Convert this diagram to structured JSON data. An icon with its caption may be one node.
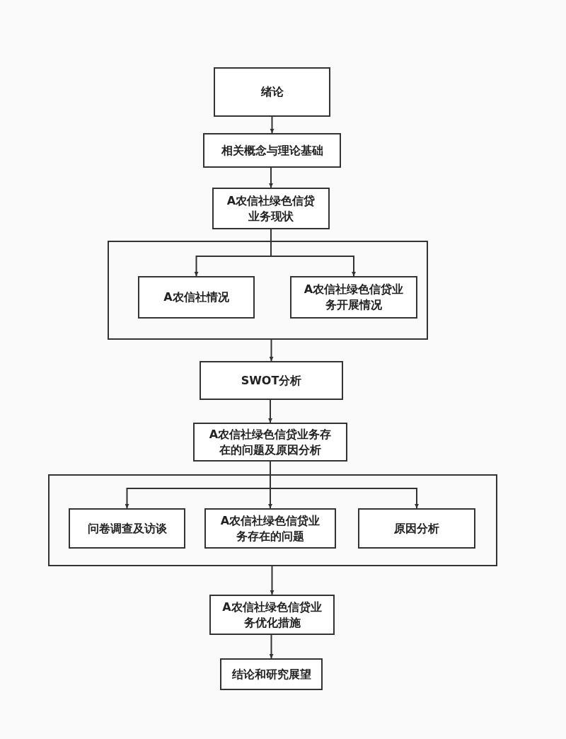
{
  "diagram": {
    "nodes": [
      {
        "text": [
          "绪论"
        ]
      },
      {
        "text": [
          "相关概念与理论基础"
        ]
      },
      {
        "text": [
          "A农信社绿色信贷业务现状"
        ]
      },
      {
        "text": [],
        "shape": "box"
      },
      {
        "text": [
          "A农信社情况"
        ],
        "in": 3
      },
      {
        "text": [
          "A农信社绿色信贷业务开展情况"
        ],
        "in": 3
      },
      {
        "text": [
          "SWOT分析"
        ]
      },
      {
        "text": [
          "A农信社绿色信贷业务存在的问题及原因分析"
        ]
      },
      {
        "text": [],
        "shape": "box"
      },
      {
        "text": [
          "问卷调查及访谈"
        ],
        "in": 8
      },
      {
        "text": [
          "A农信社绿色信贷业务存在的问题"
        ],
        "in": 8
      },
      {
        "text": [
          "原因分析"
        ],
        "in": 8
      },
      {
        "text": [
          "A农信社绿色信贷业务优化措施"
        ]
      },
      {
        "text": [
          "结论和研究展望"
        ]
      }
    ],
    "edges": [
      {
        "from": 0,
        "to": 1,
        "arrow": "to"
      },
      {
        "from": 1,
        "to": 2,
        "arrow": "to"
      },
      {
        "from": 2,
        "to": 4,
        "arrow": "to"
      },
      {
        "from": 2,
        "to": 5,
        "arrow": "to"
      },
      {
        "from": 3,
        "to": 6,
        "arrow": "to"
      },
      {
        "from": 6,
        "to": 7,
        "arrow": "to"
      },
      {
        "from": 7,
        "to": 9,
        "arrow": "to"
      },
      {
        "from": 7,
        "to": 10,
        "arrow": "to"
      },
      {
        "from": 7,
        "to": 11,
        "arrow": "to"
      },
      {
        "from": 8,
        "to": 12,
        "arrow": "to"
      },
      {
        "from": 12,
        "to": 13,
        "arrow": "to"
      }
    ]
  }
}
